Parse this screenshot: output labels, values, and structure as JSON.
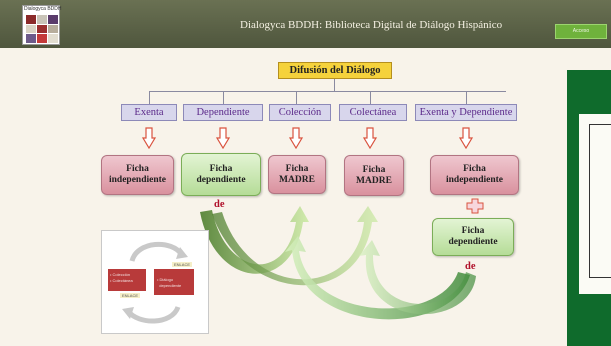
{
  "header": {
    "logo_caption": "Dialogyca BDDH",
    "title": "Dialogyca BDDH: Biblioteca Digital de Diálogo Hispánico",
    "access_label": "Acceso"
  },
  "diagram": {
    "root_label": "Difusión del Diálogo",
    "categories": [
      "Exenta",
      "Dependiente",
      "Colección",
      "Colectánea",
      "Exenta y Dependiente"
    ],
    "fichas": {
      "f1": [
        "Ficha",
        "independiente"
      ],
      "f2": [
        "Ficha",
        "dependiente"
      ],
      "f3": [
        "Ficha",
        "MADRE"
      ],
      "f4": [
        "Ficha",
        "MADRE"
      ],
      "f5": [
        "Ficha",
        "independiente"
      ],
      "f6": [
        "Ficha",
        "dependiente"
      ]
    },
    "de_label": "de"
  },
  "thumbnail": {
    "enlace_label": "ENLACE",
    "left_box_lines": [
      "• Colección",
      "• Colectánea"
    ],
    "right_box_lines": [
      "• Diálogo",
      "  dependiente"
    ]
  },
  "colors": {
    "header_bg": "#5b6246",
    "title_box": "#f5d23c",
    "category_bg": "#d8d6ec",
    "category_text": "#5c2a8a",
    "ficha_red": "#e0a4b0",
    "ficha_green": "#c8e8b0",
    "arrow_green": "#6aa84f",
    "de_color": "#b0102a",
    "right_panel": "#0f6b2c"
  }
}
